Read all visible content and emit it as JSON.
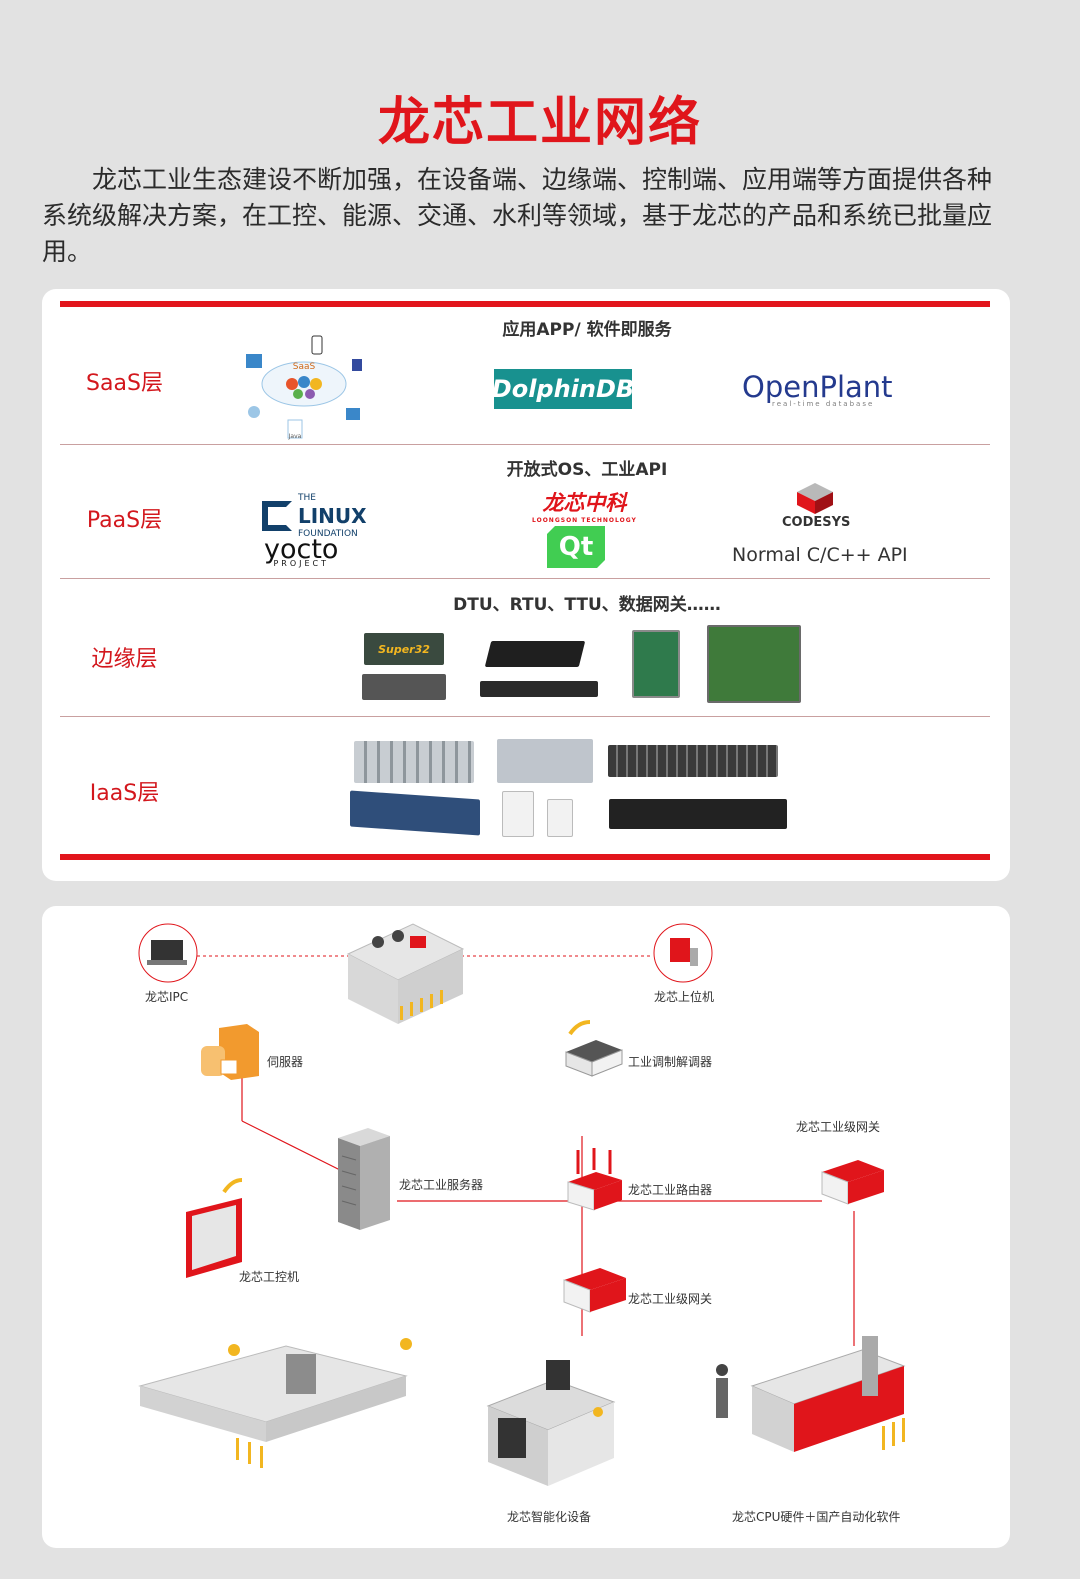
{
  "title": "龙芯工业网络",
  "intro": "龙芯工业生态建设不断加强，在设备端、边缘端、控制端、应用端等方面提供各种系统级解决方案，在工控、能源、交通、水利等领域，基于龙芯的产品和系统已批量应用。",
  "colors": {
    "accent": "#e0151b",
    "divider": "#c9a0a0"
  },
  "layers": {
    "saas": {
      "label": "SaaS层",
      "heading": "应用APP/ 软件即服务",
      "logos": {
        "dolphin": "DolphinDB",
        "openplant": "OpenPlant",
        "openplant_sub": "real-time database",
        "cloud": "SaaS",
        "java": "Java"
      }
    },
    "paas": {
      "label": "PaaS层",
      "heading": "开放式OS、工业API",
      "logos": {
        "linux_the": "THE",
        "linux_name": "LINUX",
        "linux_foundation": "FOUNDATION",
        "yocto": "yocto",
        "yocto_sub": "PROJECT",
        "loongson": "龙芯中科",
        "loongson_sub": "LOONGSON TECHNOLOGY",
        "qt": "Qt",
        "codesys": "CODESYS",
        "api": "Normal C/C++ API"
      }
    },
    "edge": {
      "label": "边缘层",
      "heading": "DTU、RTU、TTU、数据网关……",
      "device_text": "Super32"
    },
    "iaas": {
      "label": "IaaS层"
    }
  },
  "network": {
    "ipc": "龙芯IPC",
    "host": "龙芯上位机",
    "server_small": "伺服器",
    "modem": "工业调制解调器",
    "gateway_top": "龙芯工业级网关",
    "server": "龙芯工业服务器",
    "router": "龙芯工业路由器",
    "ipc_panel": "龙芯工控机",
    "gateway_mid": "龙芯工业级网关",
    "smart_device": "龙芯智能化设备",
    "cpu_software": "龙芯CPU硬件＋国产自动化软件"
  }
}
